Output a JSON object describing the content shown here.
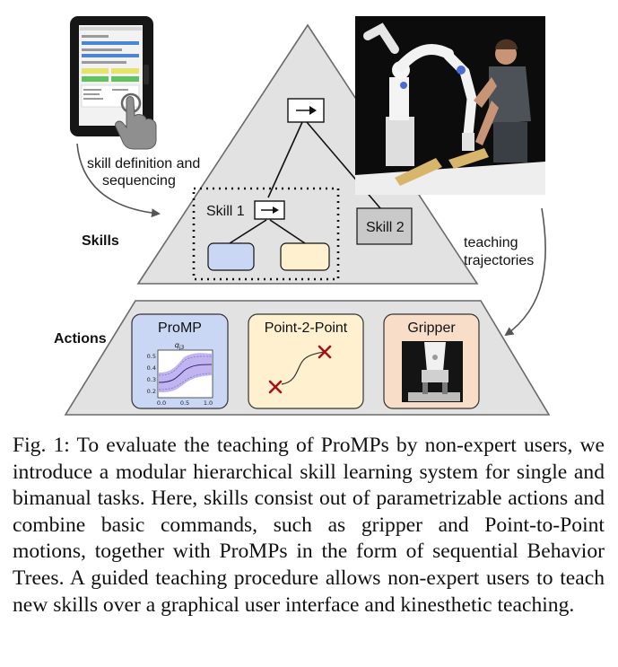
{
  "figure": {
    "tablet_caption": [
      "skill definition and",
      "sequencing"
    ],
    "skills_label": "Skills",
    "actions_label": "Actions",
    "skill1_label": "Skill 1",
    "skill2_label": "Skill 2",
    "teaching_label": [
      "teaching",
      "trajectories"
    ],
    "actions": {
      "promp_title": "ProMP",
      "p2p_title": "Point-2-Point",
      "gripper_title": "Gripper"
    },
    "promp_plot": {
      "subtitle": "q",
      "subtitle_sub": "j3",
      "y_ticks": [
        "0.5",
        "0.4",
        "0.3",
        "0.2"
      ],
      "x_ticks": [
        "0.0",
        "0.5",
        "1.0"
      ]
    },
    "colors": {
      "promp_bg": "#c9d7f5",
      "p2p_bg": "#fff1cf",
      "gripper_bg": "#f8ddc9",
      "skill2_bg": "#c9c9c9",
      "leaf_blue": "#c9d7f5",
      "leaf_yellow": "#fff1cf",
      "cross": "#a31212",
      "band": "#b6a8ef"
    }
  },
  "caption": {
    "text": "Fig. 1: To evaluate the teaching of ProMPs by non-expert users, we introduce a modular hierarchical skill learning system for single and bimanual tasks. Here, skills consist out of parametrizable actions and combine basic commands, such as gripper and Point-to-Point motions, together with ProMPs in the form of sequential Behavior Trees. A guided teaching procedure allows non-expert users to teach new skills over a graphical user interface and kinesthetic teaching."
  }
}
